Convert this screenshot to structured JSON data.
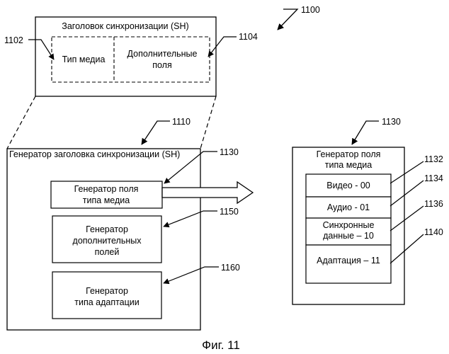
{
  "figure": {
    "fig_number": "1100",
    "caption": "Фиг. 11"
  },
  "sync_header": {
    "title": "Заголовок синхронизации (SH)",
    "media_type_field": "Тип медиа",
    "extra_fields": [
      "Дополнительные",
      "поля"
    ],
    "ref_media_type": "1102",
    "ref_extra_fields": "1104"
  },
  "generator": {
    "ref": "1110",
    "title": "Генератор заголовка синхронизации (SH)",
    "media_type_gen": {
      "lines": [
        "Генератор поля",
        "типа медиа"
      ],
      "ref": "1130"
    },
    "extra_fields_gen": {
      "lines": [
        "Генератор",
        "дополнительных",
        "полей"
      ],
      "ref": "1150"
    },
    "adaptation_gen": {
      "lines": [
        "Генератор",
        "типа адаптации"
      ],
      "ref": "1160"
    }
  },
  "media_type_field_gen": {
    "ref": "1130",
    "title": [
      "Генератор поля",
      "типа медиа"
    ],
    "rows": [
      {
        "lines": [
          "Видео - 00"
        ],
        "ref": "1132"
      },
      {
        "lines": [
          "Аудио - 01"
        ],
        "ref": "1134"
      },
      {
        "lines": [
          "Синхронные",
          "данные – 10"
        ],
        "ref": "1136"
      },
      {
        "lines": [
          "Адаптация – 11"
        ],
        "ref": "1140"
      }
    ]
  }
}
